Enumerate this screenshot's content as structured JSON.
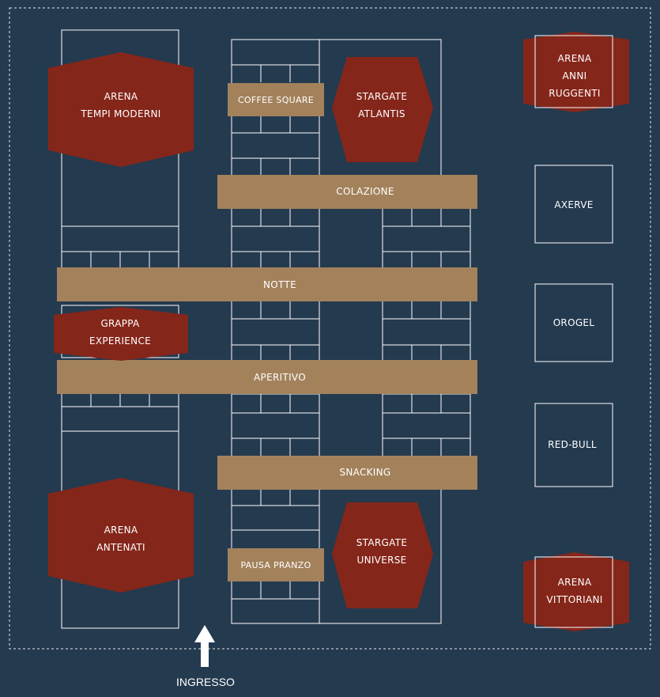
{
  "colors": {
    "background": "#243a4f",
    "outline": "#ffffff",
    "arena_fill": "#85261a",
    "band_fill": "#a3825b"
  },
  "bands": {
    "coffee_square": "COFFEE SQUARE",
    "colazione": "COLAZIONE",
    "notte": "NOTTE",
    "aperitivo": "APERITIVO",
    "snacking": "SNACKING",
    "pausa_pranzo": "PAUSA PRANZO"
  },
  "arenas": {
    "tempi_moderni": [
      "ARENA",
      "TEMPI MODERNI"
    ],
    "antenati": [
      "ARENA",
      "ANTENATI"
    ],
    "anni_ruggenti": [
      "ARENA",
      "ANNI",
      "RUGGENTI"
    ],
    "vittoriani": [
      "ARENA",
      "VITTORIANI"
    ],
    "grappa": [
      "GRAPPA",
      "EXPERIENCE"
    ],
    "stargate_atlantis": [
      "STARGATE",
      "ATLANTIS"
    ],
    "stargate_universe": [
      "STARGATE",
      "UNIVERSE"
    ]
  },
  "stands": {
    "axerve": "AXERVE",
    "orogel": "OROGEL",
    "red_bull": "RED-BULL"
  },
  "entrance": {
    "label": "INGRESSO",
    "icon": "up-arrow-icon"
  }
}
